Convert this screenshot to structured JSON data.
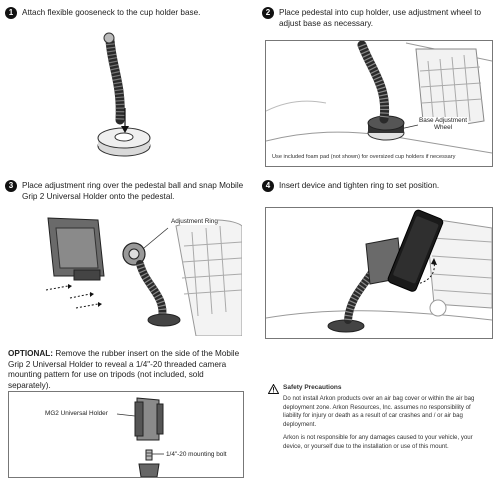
{
  "step1": {
    "number": "1",
    "text": "Attach flexible gooseneck to the cup holder base."
  },
  "step2": {
    "number": "2",
    "text": "Place pedestal into cup holder, use adjustment wheel to adjust base as necessary.",
    "callout": "Base Adjustment Wheel",
    "note": "Use included foam pad (not shown) for oversized cup holders if necessary"
  },
  "step3": {
    "number": "3",
    "text": "Place adjustment ring over the pedestal ball and snap Mobile Grip 2 Universal Holder onto the pedestal.",
    "callout": "Adjustment Ring"
  },
  "step4": {
    "number": "4",
    "text": "Insert device and tighten ring to set position."
  },
  "optional": {
    "label": "OPTIONAL:",
    "text": "Remove the rubber insert on the side of the Mobile Grip 2 Universal Holder to reveal a 1/4\"-20 threaded camera mounting pattern for use on tripods (not included, sold separately).",
    "holder_label": "MG2 Universal Holder",
    "bolt_label": "1/4\"-20 mounting bolt"
  },
  "safety": {
    "title": "Safety Precautions",
    "para1": "Do not install Arkon products over an air bag cover or within the air bag deployment zone. Arkon Resources, Inc. assumes no responsibility of liability for injury or death as a result of car crashes and / or air bag deployment.",
    "para2": "Arkon is not responsible for any damages caused to your vehicle, your device, or yourself due to the installation or use of this mount."
  }
}
